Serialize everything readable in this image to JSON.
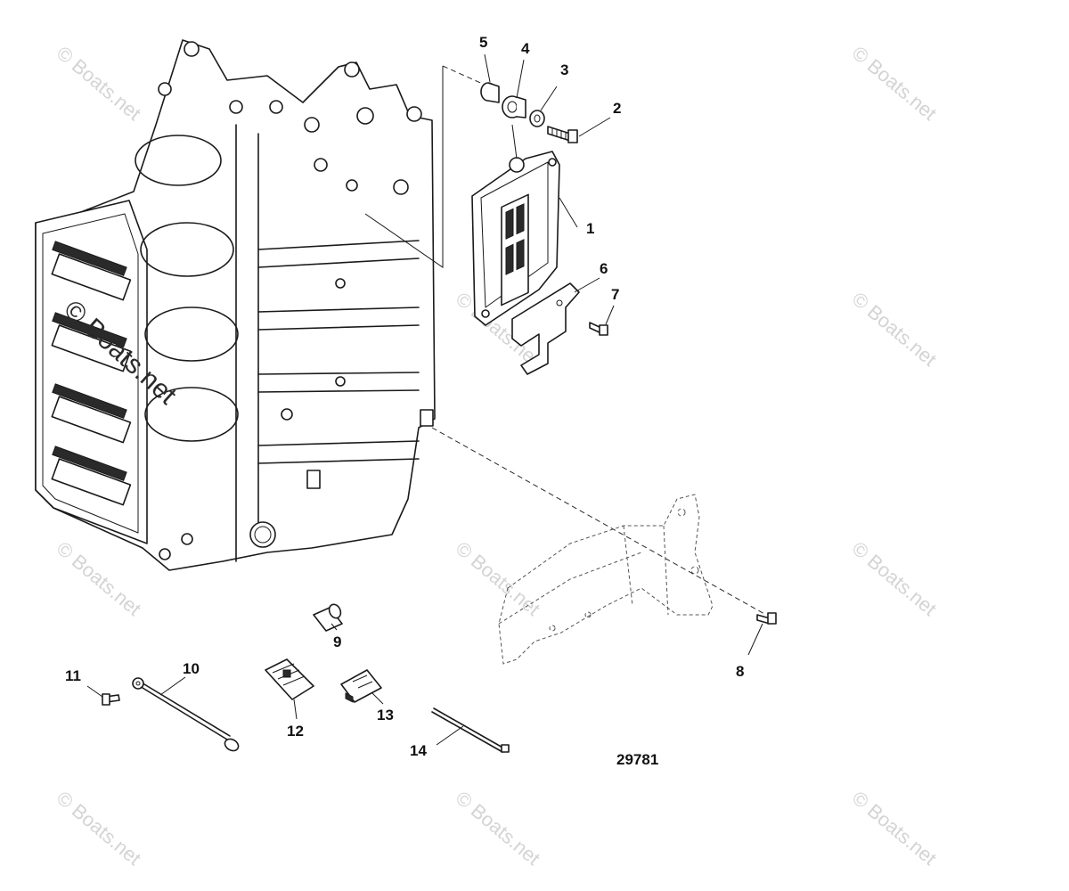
{
  "diagram": {
    "reference_number": "29781",
    "watermark_text": "© Boats.net",
    "callouts": [
      {
        "id": "1",
        "label": "1"
      },
      {
        "id": "2",
        "label": "2"
      },
      {
        "id": "3",
        "label": "3"
      },
      {
        "id": "4",
        "label": "4"
      },
      {
        "id": "5",
        "label": "5"
      },
      {
        "id": "6",
        "label": "6"
      },
      {
        "id": "7",
        "label": "7"
      },
      {
        "id": "8",
        "label": "8"
      },
      {
        "id": "9",
        "label": "9"
      },
      {
        "id": "10",
        "label": "10"
      },
      {
        "id": "11",
        "label": "11"
      },
      {
        "id": "12",
        "label": "12"
      },
      {
        "id": "13",
        "label": "13"
      },
      {
        "id": "14",
        "label": "14"
      }
    ]
  }
}
